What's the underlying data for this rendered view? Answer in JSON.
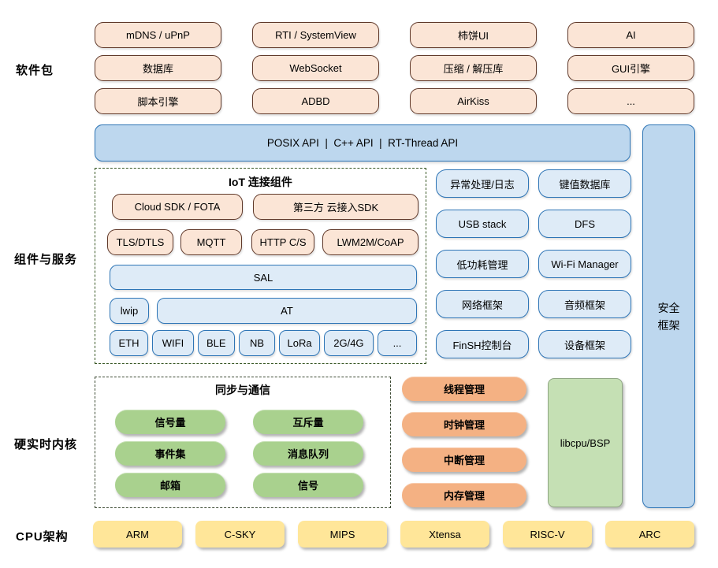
{
  "side_labels": {
    "packages": "软件包",
    "components": "组件与服务",
    "kernel": "硬实时内核",
    "cpu": "CPU架构"
  },
  "packages": {
    "boxes": [
      "mDNS / uPnP",
      "RTI / SystemView",
      "柿饼UI",
      "AI",
      "数据库",
      "WebSocket",
      "压缩 / 解压库",
      "GUI引擎",
      "脚本引擎",
      "ADBD",
      "AirKiss",
      "..."
    ]
  },
  "api_bar": {
    "label": "POSIX API  |  C++ API  |  RT-Thread API"
  },
  "security_framework": {
    "line1": "安全",
    "line2": "框架"
  },
  "iot": {
    "title": "IoT 连接组件",
    "cloud_sdk": "Cloud SDK / FOTA",
    "third_party_sdk": "第三方 云接入SDK",
    "protocols": [
      "TLS/DTLS",
      "MQTT",
      "HTTP C/S",
      "LWM2M/CoAP"
    ],
    "sal": "SAL",
    "lwip": "lwip",
    "at": "AT",
    "links": [
      "ETH",
      "WIFI",
      "BLE",
      "NB",
      "LoRa",
      "2G/4G",
      "..."
    ]
  },
  "services": [
    "异常处理/日志",
    "键值数据库",
    "USB stack",
    "DFS",
    "低功耗管理",
    "Wi-Fi Manager",
    "网络框架",
    "音频框架",
    "FinSH控制台",
    "设备框架"
  ],
  "sync": {
    "title": "同步与通信",
    "items": [
      "信号量",
      "互斥量",
      "事件集",
      "消息队列",
      "邮箱",
      "信号"
    ]
  },
  "kernel_mgmt": [
    "线程管理",
    "时钟管理",
    "中断管理",
    "内存管理"
  ],
  "libcpu": "libcpu/BSP",
  "cpu_archs": [
    "ARM",
    "C-SKY",
    "MIPS",
    "Xtensa",
    "RISC-V",
    "ARC"
  ],
  "colors": {
    "peach_fill": "#FBE5D6",
    "peach_border": "#60392A",
    "blue_fill": "#DEEBF7",
    "blue_bar_fill": "#BDD7EE",
    "blue_border": "#2E75B6",
    "green_pill": "#A9D18E",
    "orange_pill": "#F4B183",
    "libcpu_fill": "#C5E0B4",
    "yellow_fill": "#FFE699",
    "dash_border": "#375623"
  }
}
